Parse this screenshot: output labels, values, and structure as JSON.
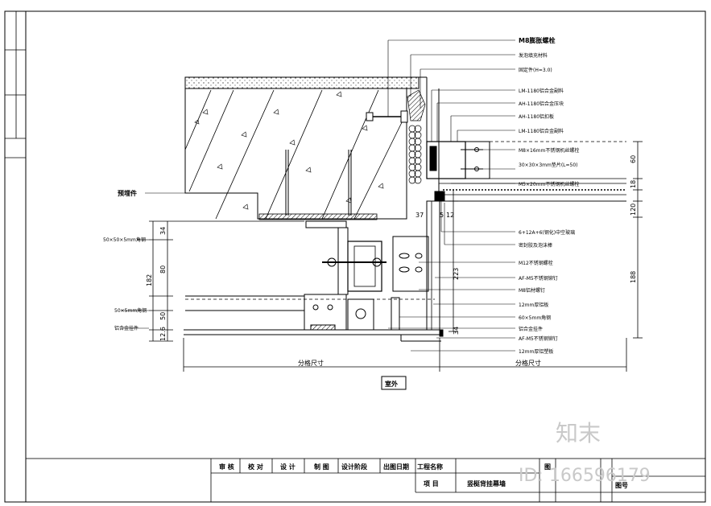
{
  "callouts_top": [
    "M8膨胀螺栓",
    "发泡填充材料",
    "固定件(H=3.0)",
    "LM-1180铝合金副料",
    "AH-1180铝合金压块",
    "AH-1180铝扣板",
    "LM-1180铝合金副料",
    "M8×16mm不锈钢机丝螺栓",
    "30×30×3mm垫片(L=50)",
    "M5×20mm不锈钢机丝螺栓"
  ],
  "callouts_bottom": [
    "6+12A+6(钢化)中空玻璃",
    "密封胶及泡沫棒",
    "M12不锈钢螺栓",
    "AF-M5不锈钢铆钉",
    "M8铝材螺钉",
    "12mm厚铝板",
    "60×5mm角钢",
    "铝合金挂件",
    "AF-M5不锈钢铆钉",
    "12mm厚铝塑板"
  ],
  "left_labels": {
    "embed": "预埋件",
    "angle_top": "50×50×5mm角钢",
    "angle_mid": "50×5mm角钢",
    "alum_hanger": "铝合金挂件"
  },
  "dimensions": {
    "left_vertical": [
      "34",
      "80",
      "182",
      "50",
      "12.6"
    ],
    "right_vertical": [
      "60",
      "18",
      "120",
      "188"
    ],
    "d37": "37",
    "d5": "5",
    "d12": "12",
    "d223": "223",
    "d34b": "34",
    "span_left": "分格尺寸",
    "span_right": "分格尺寸"
  },
  "outdoor_label": "室外",
  "title_block": {
    "row1": [
      "审 核",
      "校 对",
      "设 计",
      "制 图",
      "设计阶段",
      "出图日期",
      "工程名称"
    ],
    "row2": [
      "项 目",
      "竖梃背挂幕墙"
    ],
    "right_top": "图",
    "right_bottom": "图号"
  },
  "watermark": {
    "brand": "知末",
    "id": "ID: 166596179"
  }
}
